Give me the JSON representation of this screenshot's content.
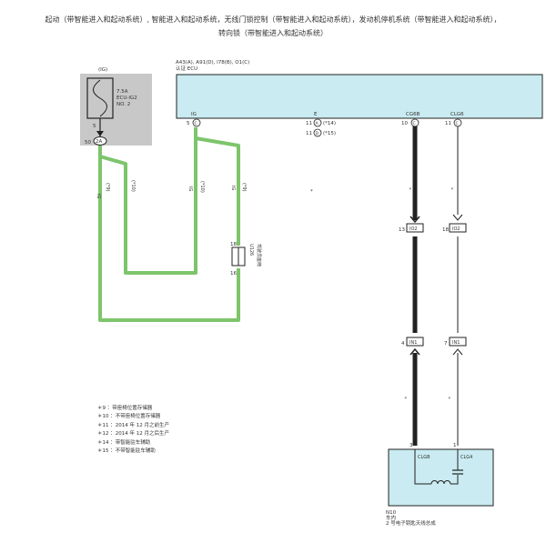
{
  "title": {
    "line1": "起动（带智能进入和起动系统）, 智能进入和起动系统，无线门锁控制（带智能进入和起动系统），发动机停机系统（带智能进入和起动系统），",
    "line2": "转向锁（带智能进入和起动系统）"
  },
  "fuse_box": {
    "label": "(IG)",
    "amp": "7.5A",
    "name": "ECU-IG2",
    "no": "NO. 2",
    "pin_top": "5",
    "pin_bottom": "50",
    "connector": "2A"
  },
  "ecu": {
    "codes": "A43(A), A91(D), I78(B), O1(C)",
    "name": "认证 ECU",
    "pins": [
      {
        "label": "IG",
        "num": "5",
        "conn": "C"
      },
      {
        "label": "E",
        "num": "11",
        "conn": "A",
        "note": "(*14)"
      },
      {
        "label": "",
        "num": "11",
        "conn": "D",
        "note": "(*15)"
      },
      {
        "label": "CG6B",
        "num": "10",
        "conn": "C"
      },
      {
        "label": "CLG6",
        "num": "11",
        "conn": "C"
      }
    ]
  },
  "wires": {
    "w1": "IG",
    "w1_note": "(*9)",
    "w2_note": "(*10)",
    "w3": "IG",
    "w3_note": "(*10)",
    "w4": "IG",
    "w4_note": "(*9)",
    "dash": "*",
    "ground_mark": "*"
  },
  "memory": {
    "pin_top": "18",
    "pin_bottom": "16",
    "code": "U126",
    "name": "驾驶员座椅"
  },
  "connectors": {
    "io2_left_pin": "13",
    "io2_right_pin": "18",
    "io2": "IO2",
    "in1_left_pin": "4",
    "in1_right_pin": "7",
    "in1": "IN1"
  },
  "antenna": {
    "pin_left": "3",
    "pin_right": "1",
    "label_left": "CLGB",
    "label_right": "CLG4",
    "code": "N10",
    "location": "车内",
    "name": "2 号电子钥匙天线总成"
  },
  "notes": [
    "＊9 ：带座椅位置存储器",
    "＊10 ：不带座椅位置存储器",
    "＊11 ：2014 年 12 月之前生产",
    "＊12 ：2014 年 12 月之后生产",
    "＊14 ：带智能驻车辅助",
    "＊15 ：不带智能驻车辅助"
  ],
  "colors": {
    "green_wire": "#7dc56b",
    "ecu_fill": "#c9ebf1",
    "fuse_fill": "#c8c8c8",
    "black_wire": "#222222"
  }
}
